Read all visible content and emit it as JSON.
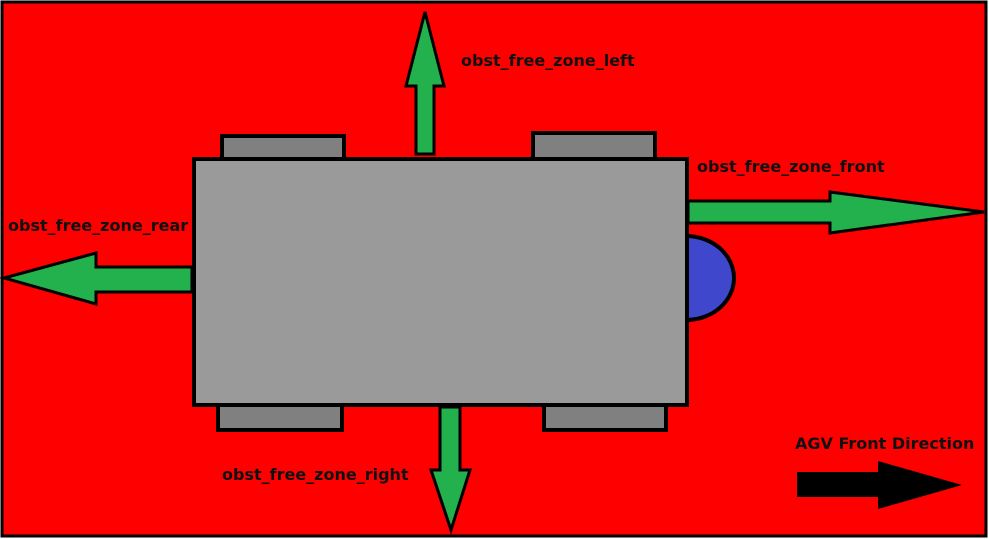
{
  "diagram": {
    "labels": {
      "left": "obst_free_zone_left",
      "front": "obst_free_zone_front",
      "rear": "obst_free_zone_rear",
      "right": "obst_free_zone_right",
      "direction": "AGV Front Direction"
    },
    "colors": {
      "background": "#ff0000",
      "body": "#9a9a9a",
      "wheel": "#808080",
      "sensor": "#3f48cc",
      "arrow": "#22b14c",
      "direction_arrow": "#000000",
      "outline": "#000000"
    }
  }
}
